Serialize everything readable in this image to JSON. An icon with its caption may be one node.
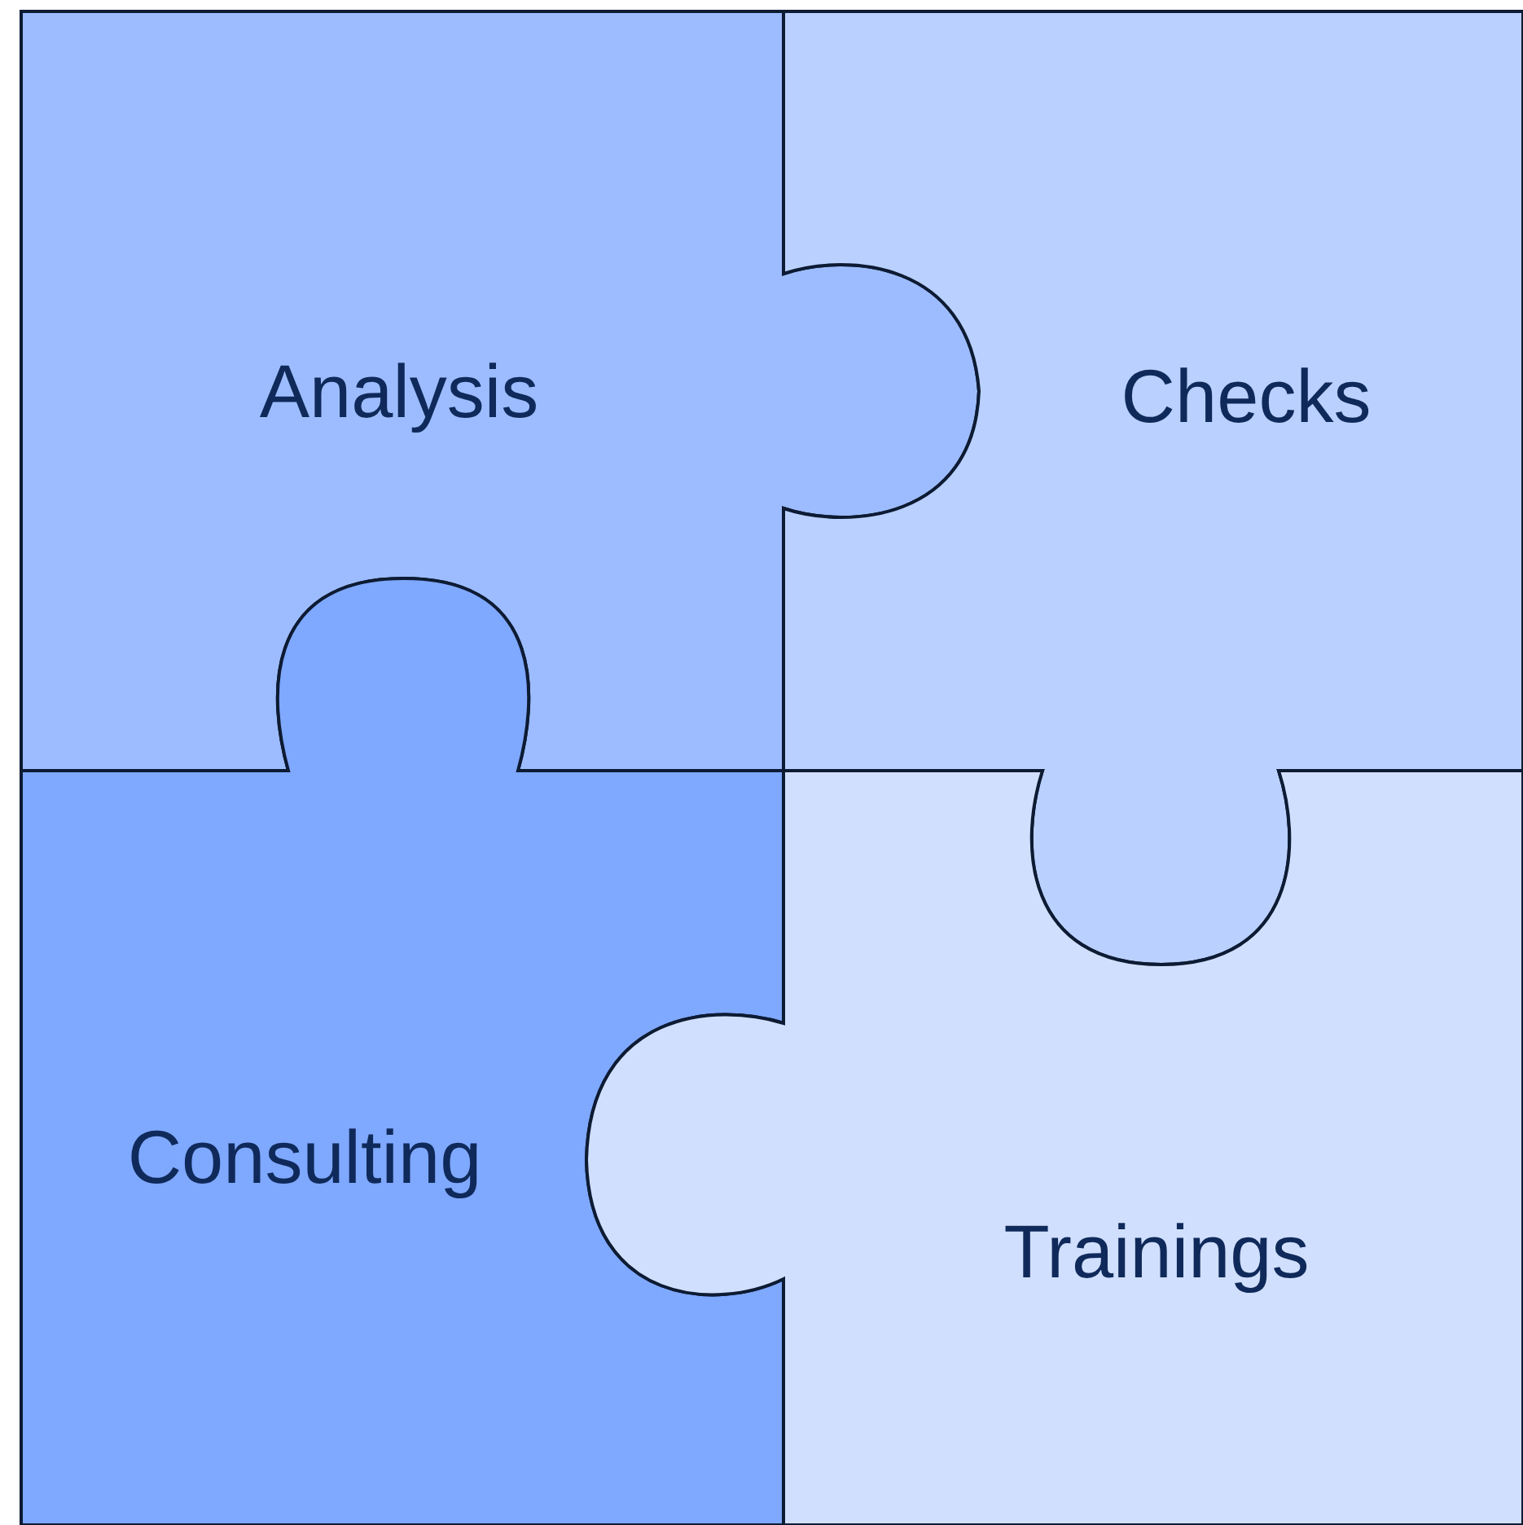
{
  "diagram": {
    "nodes": [
      {
        "text": [
          "Analysis"
        ]
      },
      {
        "text": [
          "Checks"
        ]
      },
      {
        "text": [
          "Consulting"
        ]
      },
      {
        "text": [
          "Trainings"
        ]
      }
    ]
  }
}
